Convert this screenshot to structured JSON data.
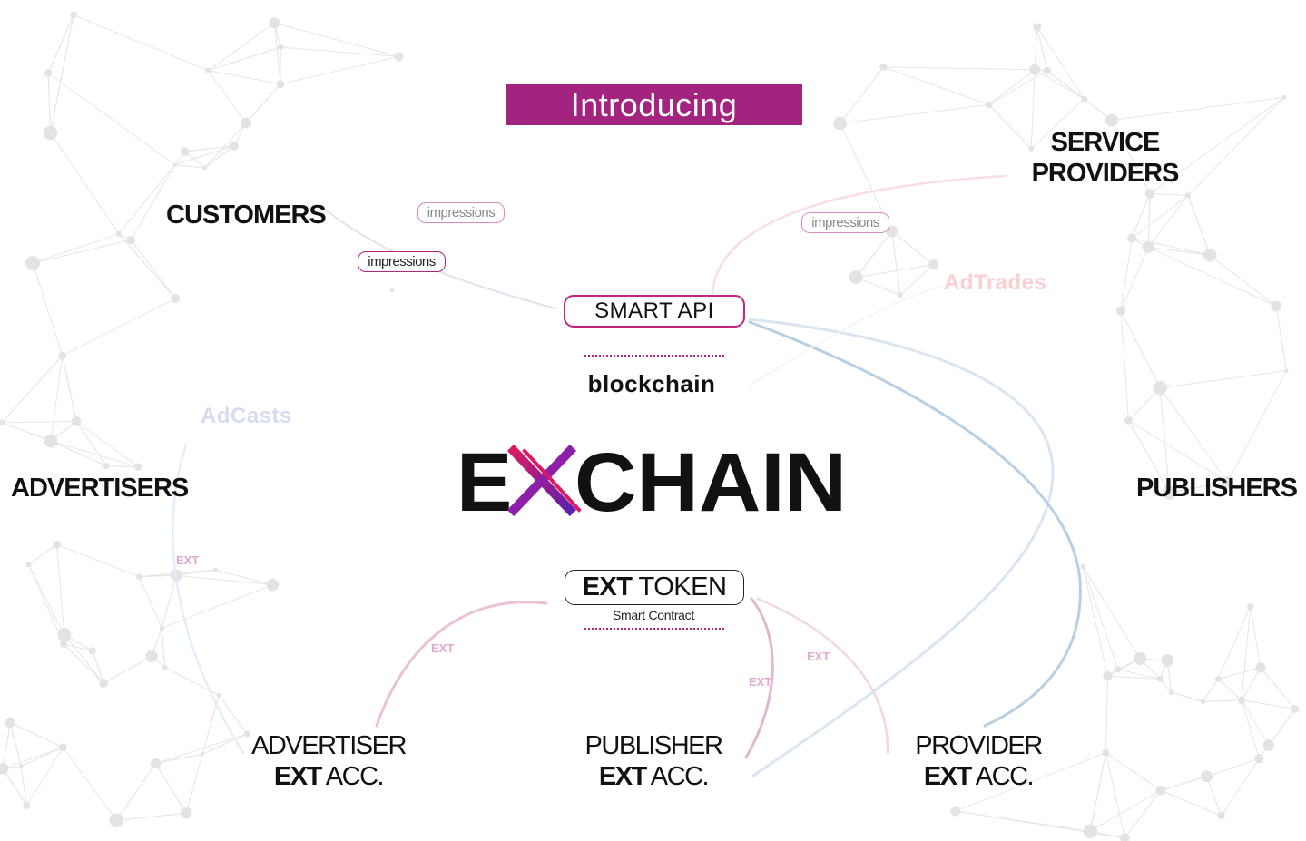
{
  "banner": {
    "text": "Introducing",
    "color": "#a3247f"
  },
  "labels": {
    "customers": "CUSTOMERS",
    "service_providers_line1": "SERVICE",
    "service_providers_line2": "PROVIDERS",
    "advertisers": "ADVERTISERS",
    "publishers": "PUBLISHERS"
  },
  "impressions": [
    "impressions",
    "impressions",
    "impressions"
  ],
  "faded_labels": {
    "adtrades": "AdTrades",
    "adcasts": "AdCasts"
  },
  "smart_api": "SMART API",
  "blockchain": "blockchain",
  "logo": {
    "text": "EXCHAIN",
    "accent_color": "#7b1fa2",
    "accent_color_2": "#d81b60"
  },
  "token": {
    "bold": "EXT",
    "rest": " TOKEN",
    "sub": "Smart Contract"
  },
  "ext_tags": [
    "EXT",
    "EXT",
    "EXT",
    "EXT"
  ],
  "accounts": [
    {
      "line1": "ADVERTISER",
      "bold": "EXT",
      "rest": " ACC."
    },
    {
      "line1": "PUBLISHER",
      "bold": "EXT",
      "rest": " ACC."
    },
    {
      "line1": "PROVIDER",
      "bold": "EXT",
      "rest": " ACC."
    }
  ]
}
